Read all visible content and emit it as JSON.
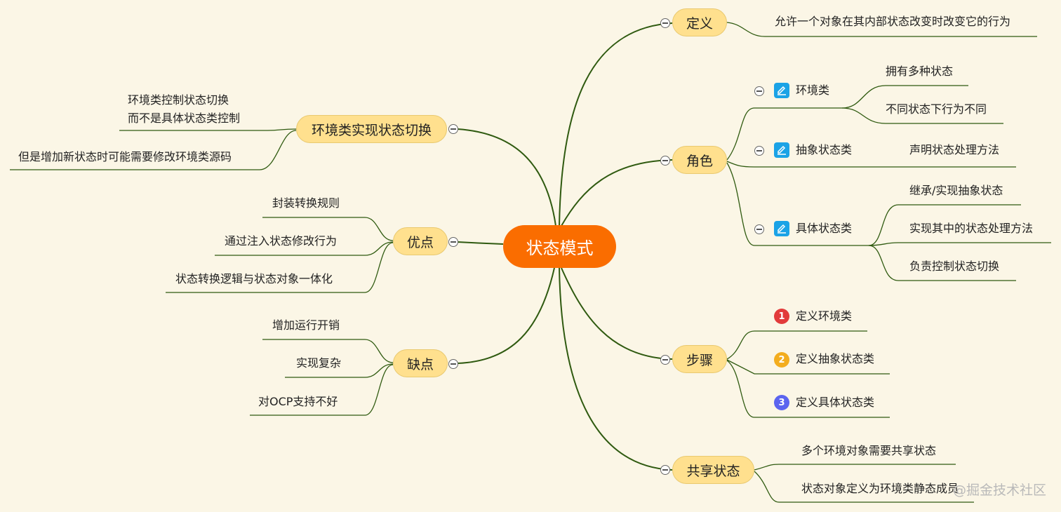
{
  "central": "状态模式",
  "colors": {
    "line": "#2f5a10",
    "central": "#fa6d00",
    "topic": "#ffe08e",
    "badge": "#1ba3e6",
    "step1": "#e23b3b",
    "step2": "#f3ad1e",
    "step3": "#5b64ef"
  },
  "right": {
    "definition": {
      "label": "定义",
      "text": "允许一个对象在其内部状态改变时改变它的行为"
    },
    "roles": {
      "label": "角色",
      "items": [
        {
          "label": "环境类",
          "icon": "edit-icon",
          "children": [
            "拥有多种状态",
            "不同状态下行为不同"
          ]
        },
        {
          "label": "抽象状态类",
          "icon": "edit-icon",
          "children": [
            "声明状态处理方法"
          ]
        },
        {
          "label": "具体状态类",
          "icon": "edit-icon",
          "children": [
            "继承/实现抽象状态",
            "实现其中的状态处理方法",
            "负责控制状态切换"
          ]
        }
      ]
    },
    "steps": {
      "label": "步骤",
      "items": [
        {
          "num": "1",
          "text": "定义环境类"
        },
        {
          "num": "2",
          "text": "定义抽象状态类"
        },
        {
          "num": "3",
          "text": "定义具体状态类"
        }
      ]
    },
    "shared": {
      "label": "共享状态",
      "items": [
        "多个环境对象需要共享状态",
        "状态对象定义为环境类静态成员"
      ]
    }
  },
  "left": {
    "switching": {
      "label": "环境类实现状态切换",
      "items": [
        [
          "环境类控制状态切换",
          "而不是具体状态类控制"
        ],
        "但是增加新状态时可能需要修改环境类源码"
      ]
    },
    "pros": {
      "label": "优点",
      "items": [
        "封装转换规则",
        "通过注入状态修改行为",
        "状态转换逻辑与状态对象一体化"
      ]
    },
    "cons": {
      "label": "缺点",
      "items": [
        "增加运行开销",
        "实现复杂",
        "对OCP支持不好"
      ]
    }
  },
  "watermark": "@掘金技术社区"
}
